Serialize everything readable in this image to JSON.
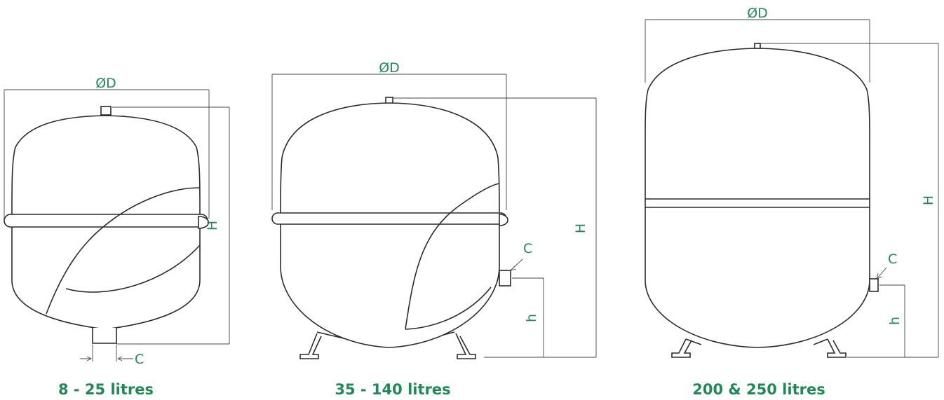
{
  "accent_color": "#1f8a55",
  "vessels": [
    {
      "caption": "8 - 25 litres",
      "diameter_label": "ØD",
      "height_label": "H",
      "connection_label": "C"
    },
    {
      "caption": "35 - 140 litres",
      "diameter_label": "ØD",
      "height_label": "H",
      "connection_label": "C",
      "connection_height_label": "h"
    },
    {
      "caption": "200 & 250 litres",
      "diameter_label": "ØD",
      "height_label": "H",
      "connection_label": "C",
      "connection_height_label": "h"
    }
  ]
}
